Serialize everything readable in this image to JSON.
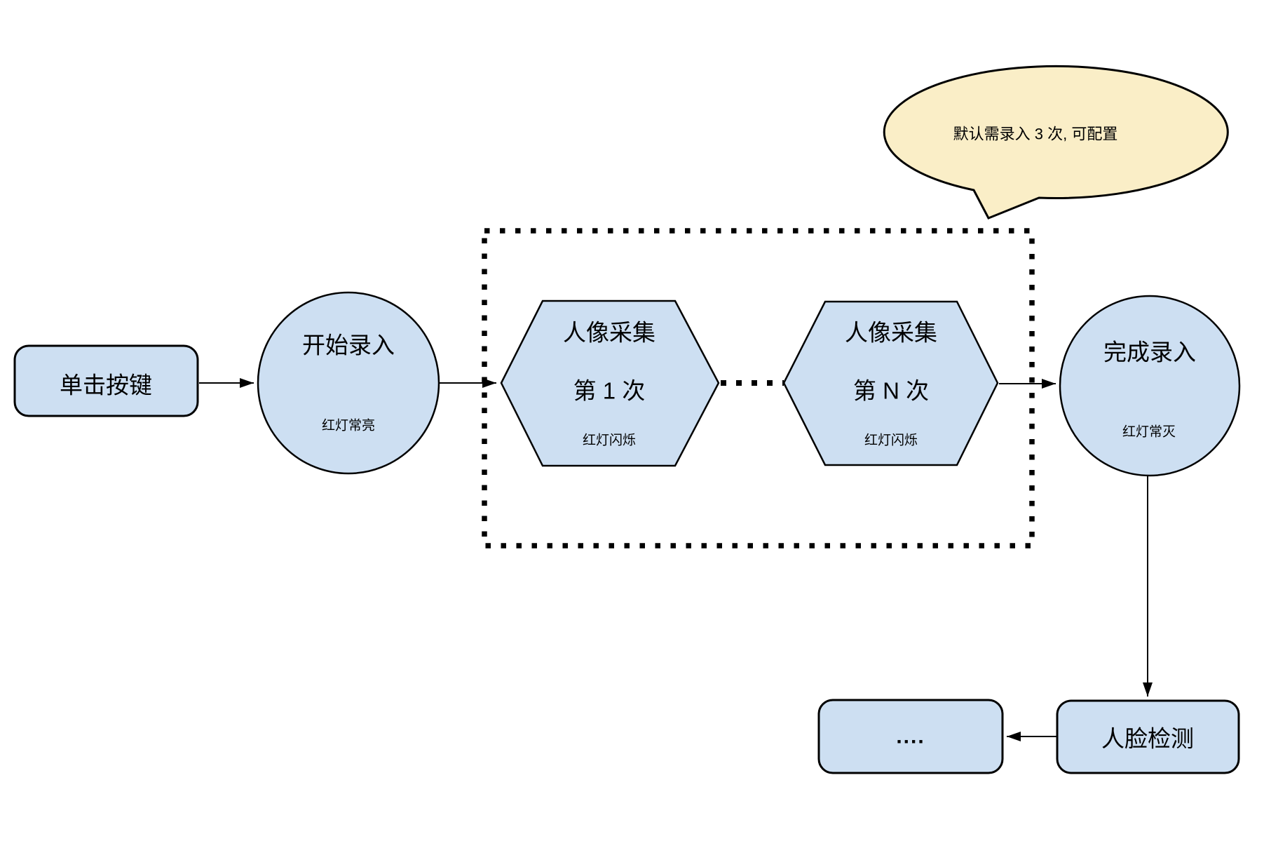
{
  "colors": {
    "node_fill": "#CDDFF2",
    "callout_fill": "#FAEEC7",
    "stroke": "#000000",
    "background": "#FFFFFF"
  },
  "nodes": {
    "click_button": {
      "label": "单击按键"
    },
    "start_enroll": {
      "title": "开始录入",
      "subtitle": "红灯常亮"
    },
    "capture_first": {
      "line1": "人像采集",
      "line2": "第 1 次",
      "line3": "红灯闪烁"
    },
    "capture_nth": {
      "line1": "人像采集",
      "line2": "第 N 次",
      "line3": "红灯闪烁"
    },
    "finish_enroll": {
      "title": "完成录入",
      "subtitle": "红灯常灭"
    },
    "face_detect": {
      "label": "人脸检测"
    },
    "ellipsis_box": {
      "label": "...."
    }
  },
  "callout": {
    "text": "默认需录入 3 次, 可配置"
  }
}
